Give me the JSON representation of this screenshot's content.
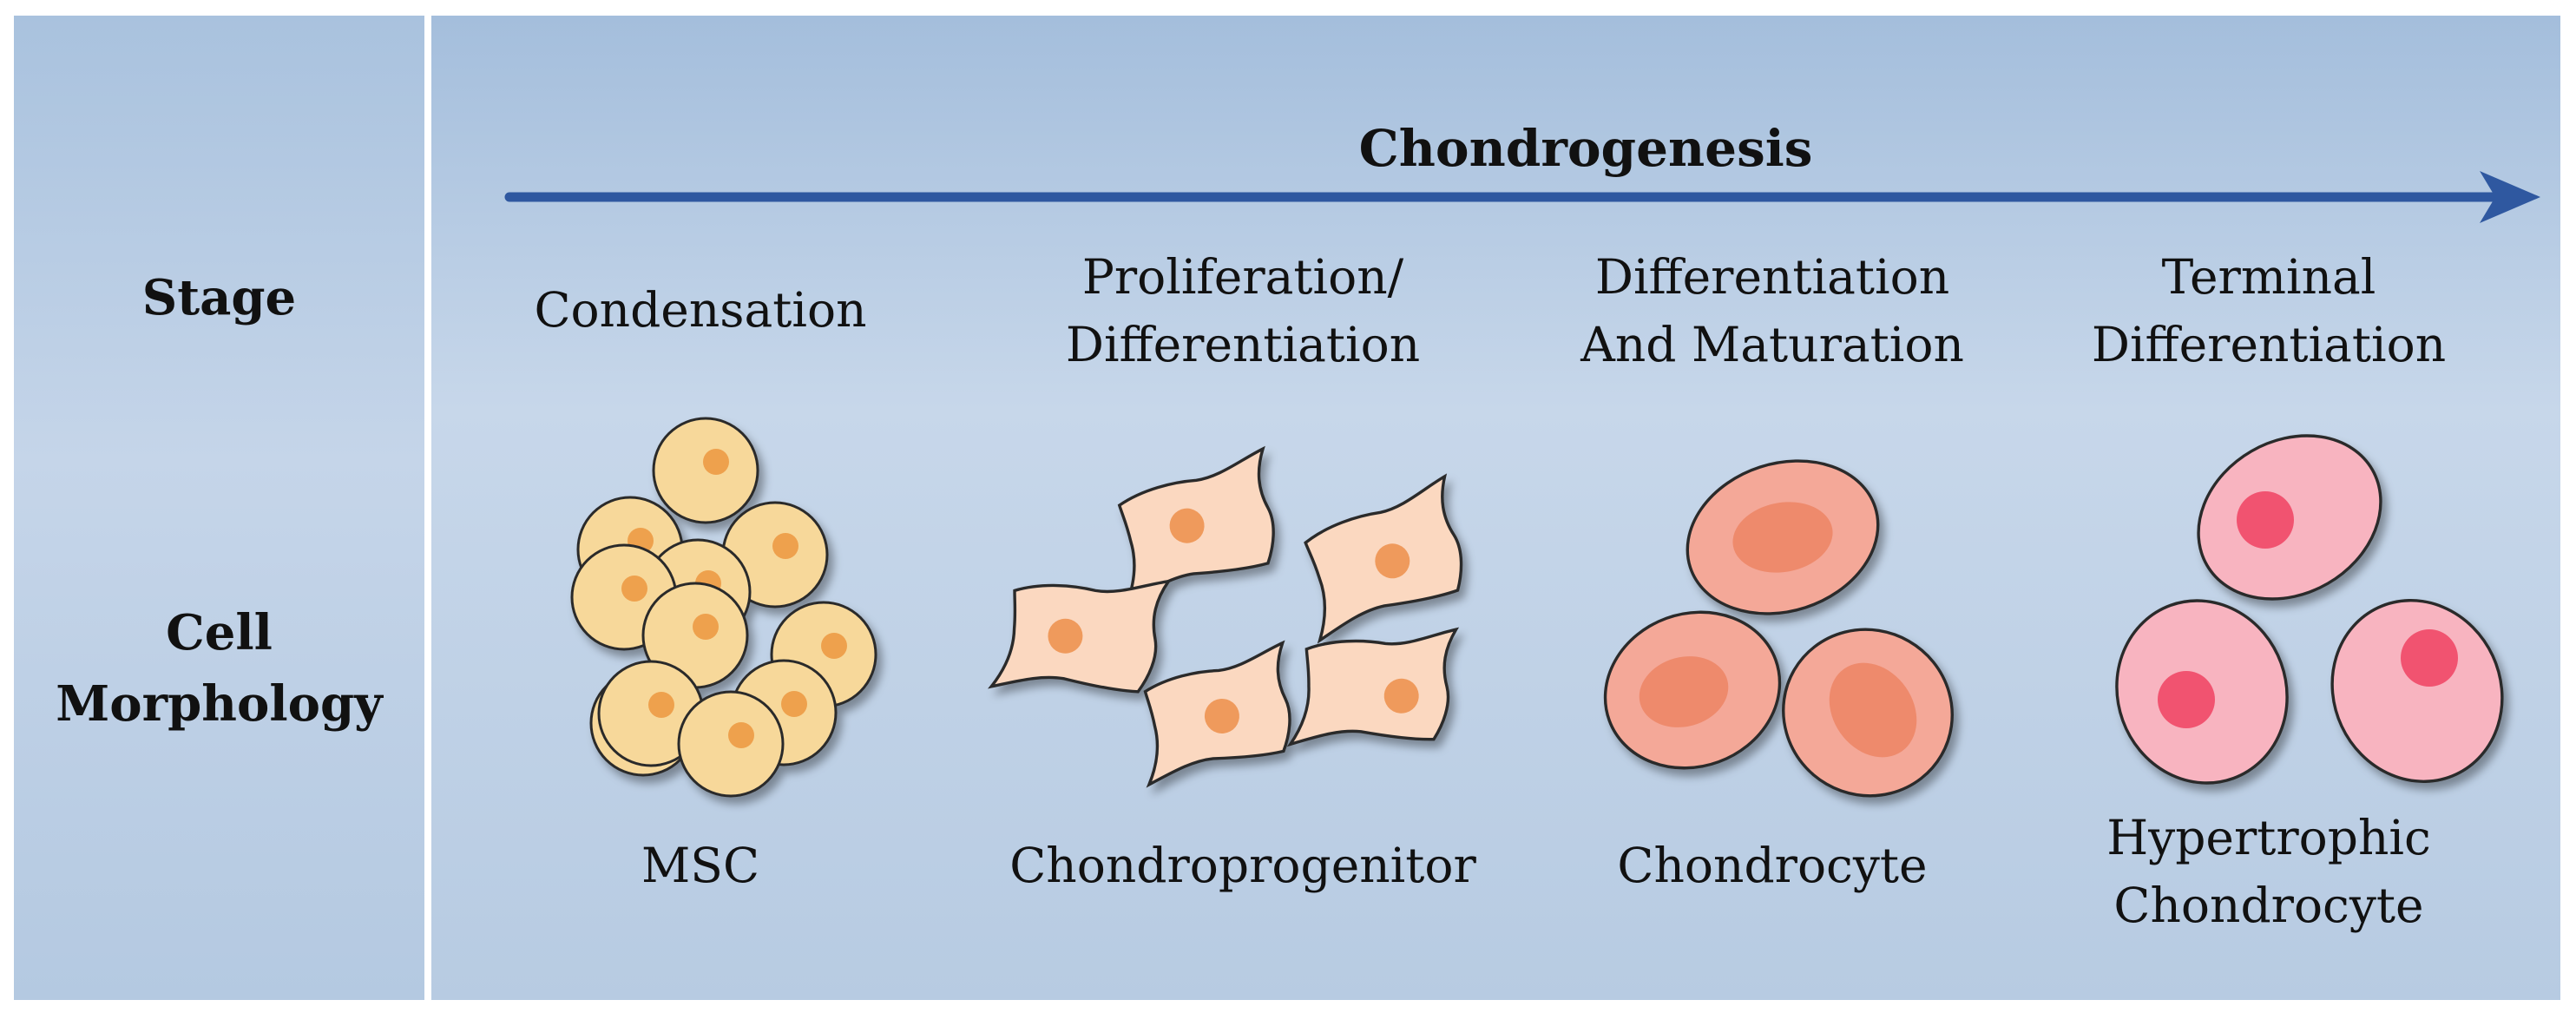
{
  "row_labels": {
    "stage": "Stage",
    "morphology": [
      "Cell",
      "Morphology"
    ]
  },
  "title": "Chondrogenesis",
  "stages": [
    {
      "name": [
        "Condensation"
      ],
      "cell": [
        "MSC"
      ]
    },
    {
      "name": [
        "Proliferation/",
        "Differentiation"
      ],
      "cell": [
        "Chondroprogenitor"
      ]
    },
    {
      "name": [
        "Differentiation",
        "And Maturation"
      ],
      "cell": [
        "Chondrocyte"
      ]
    },
    {
      "name": [
        "Terminal",
        "Differentiation"
      ],
      "cell": [
        "Hypertrophic",
        "Chondrocyte"
      ]
    }
  ],
  "colors": {
    "arrow": "#2f58a0",
    "msc_fill": "#f7d89a",
    "msc_nucleus": "#eea14e",
    "progenitor_fill": "#fbd8c0",
    "progenitor_nucleus": "#ef9a5c",
    "chondrocyte_fill": "#f4a898",
    "chondrocyte_nucleus": "#ee8a6c",
    "hypertrophic_fill": "#f8b4c0",
    "hypertrophic_nucleus": "#f1536f"
  }
}
